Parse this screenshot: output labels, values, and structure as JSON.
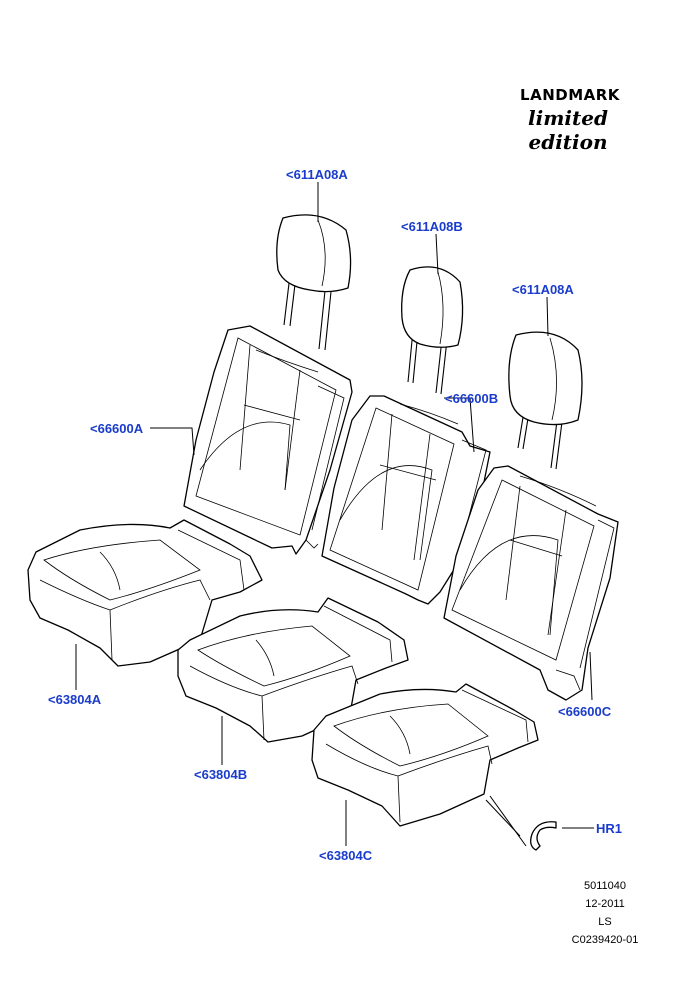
{
  "brand": {
    "title": "LANDMARK",
    "subtitle": "limited edition"
  },
  "callouts": {
    "headrest_left": "<611A08A",
    "headrest_center": "<611A08B",
    "headrest_right": "<611A08A",
    "backrest_left": "<66600A",
    "backrest_center": "<66600B",
    "backrest_right": "<66600C",
    "cushion_left": "<63804A",
    "cushion_center": "<63804B",
    "cushion_right": "<63804C",
    "hook_ring": "HR1"
  },
  "meta": {
    "number": "5011040",
    "date": "12-2011",
    "code": "LS",
    "ref": "C0239420-01"
  },
  "colors": {
    "callout": "#1a3ccc",
    "line": "#000000"
  }
}
